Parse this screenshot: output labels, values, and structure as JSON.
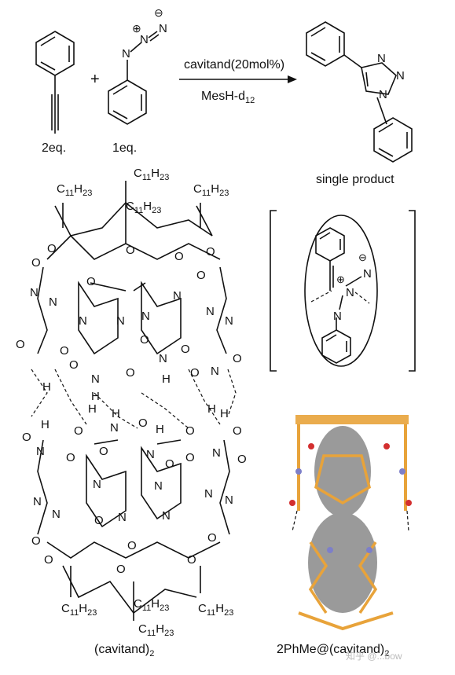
{
  "reaction": {
    "reagent1_eq": "2eq.",
    "reagent2_eq": "1eq.",
    "plus_sign": "+",
    "conditions_top": "cavitand(20mol%)",
    "conditions_bottom_prefix": "MesH-d",
    "conditions_bottom_sub": "12",
    "product_label": "single product"
  },
  "azide_atoms": {
    "n": "N",
    "plus": "⊕",
    "minus": "⊖"
  },
  "alkyl_chain": {
    "c": "C",
    "c_sub": "11",
    "h": "H",
    "h_sub": "23"
  },
  "atoms": {
    "o": "O",
    "n": "N",
    "h": "H"
  },
  "captions": {
    "left_prefix": "(cavitand)",
    "left_sub": "2",
    "right_prefix": "2PhMe@(cavitand)",
    "right_sub": "2",
    "watermark": "知乎 @...bow"
  },
  "colors": {
    "carbon_3d": "#e8a33a",
    "oxygen_3d": "#d32f2f",
    "nitrogen_3d": "#7d7fc9",
    "guest_spacefill": "#9a9a9a"
  }
}
